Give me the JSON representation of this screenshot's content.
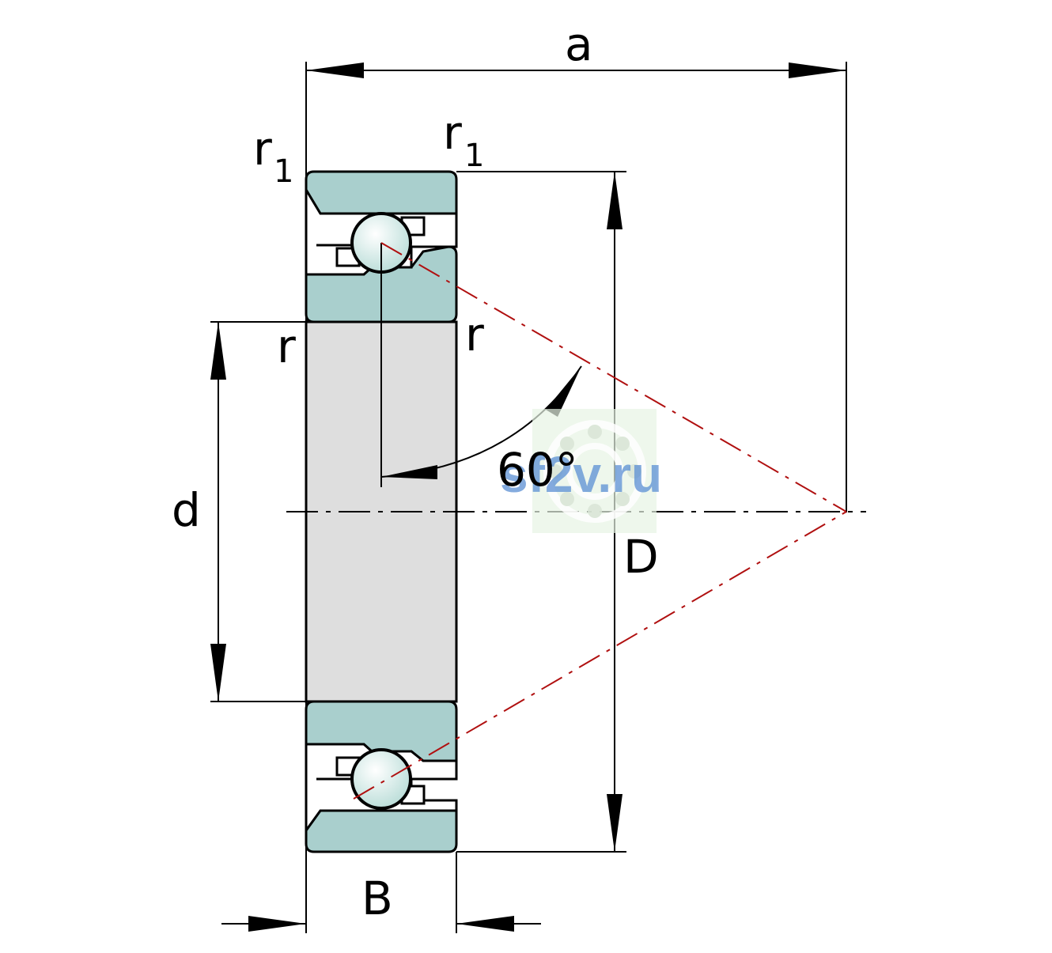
{
  "labels": {
    "a": "a",
    "r1_left": "r",
    "r1_left_sub": "1",
    "r1_right": "r",
    "r1_right_sub": "1",
    "r_left": "r",
    "r_right": "r",
    "d": "d",
    "D": "D",
    "B": "B",
    "angle": "60°"
  },
  "watermark": {
    "text": "sf2v.ru"
  },
  "colors": {
    "ring": "#a9cfcd",
    "bore": "#dedede",
    "ball": "#d9ece9",
    "outline": "#000000",
    "contact_line": "#b01010",
    "watermark": "#5b8fd4"
  },
  "icons": {
    "watermark_logo": "bearing-logo-icon"
  }
}
